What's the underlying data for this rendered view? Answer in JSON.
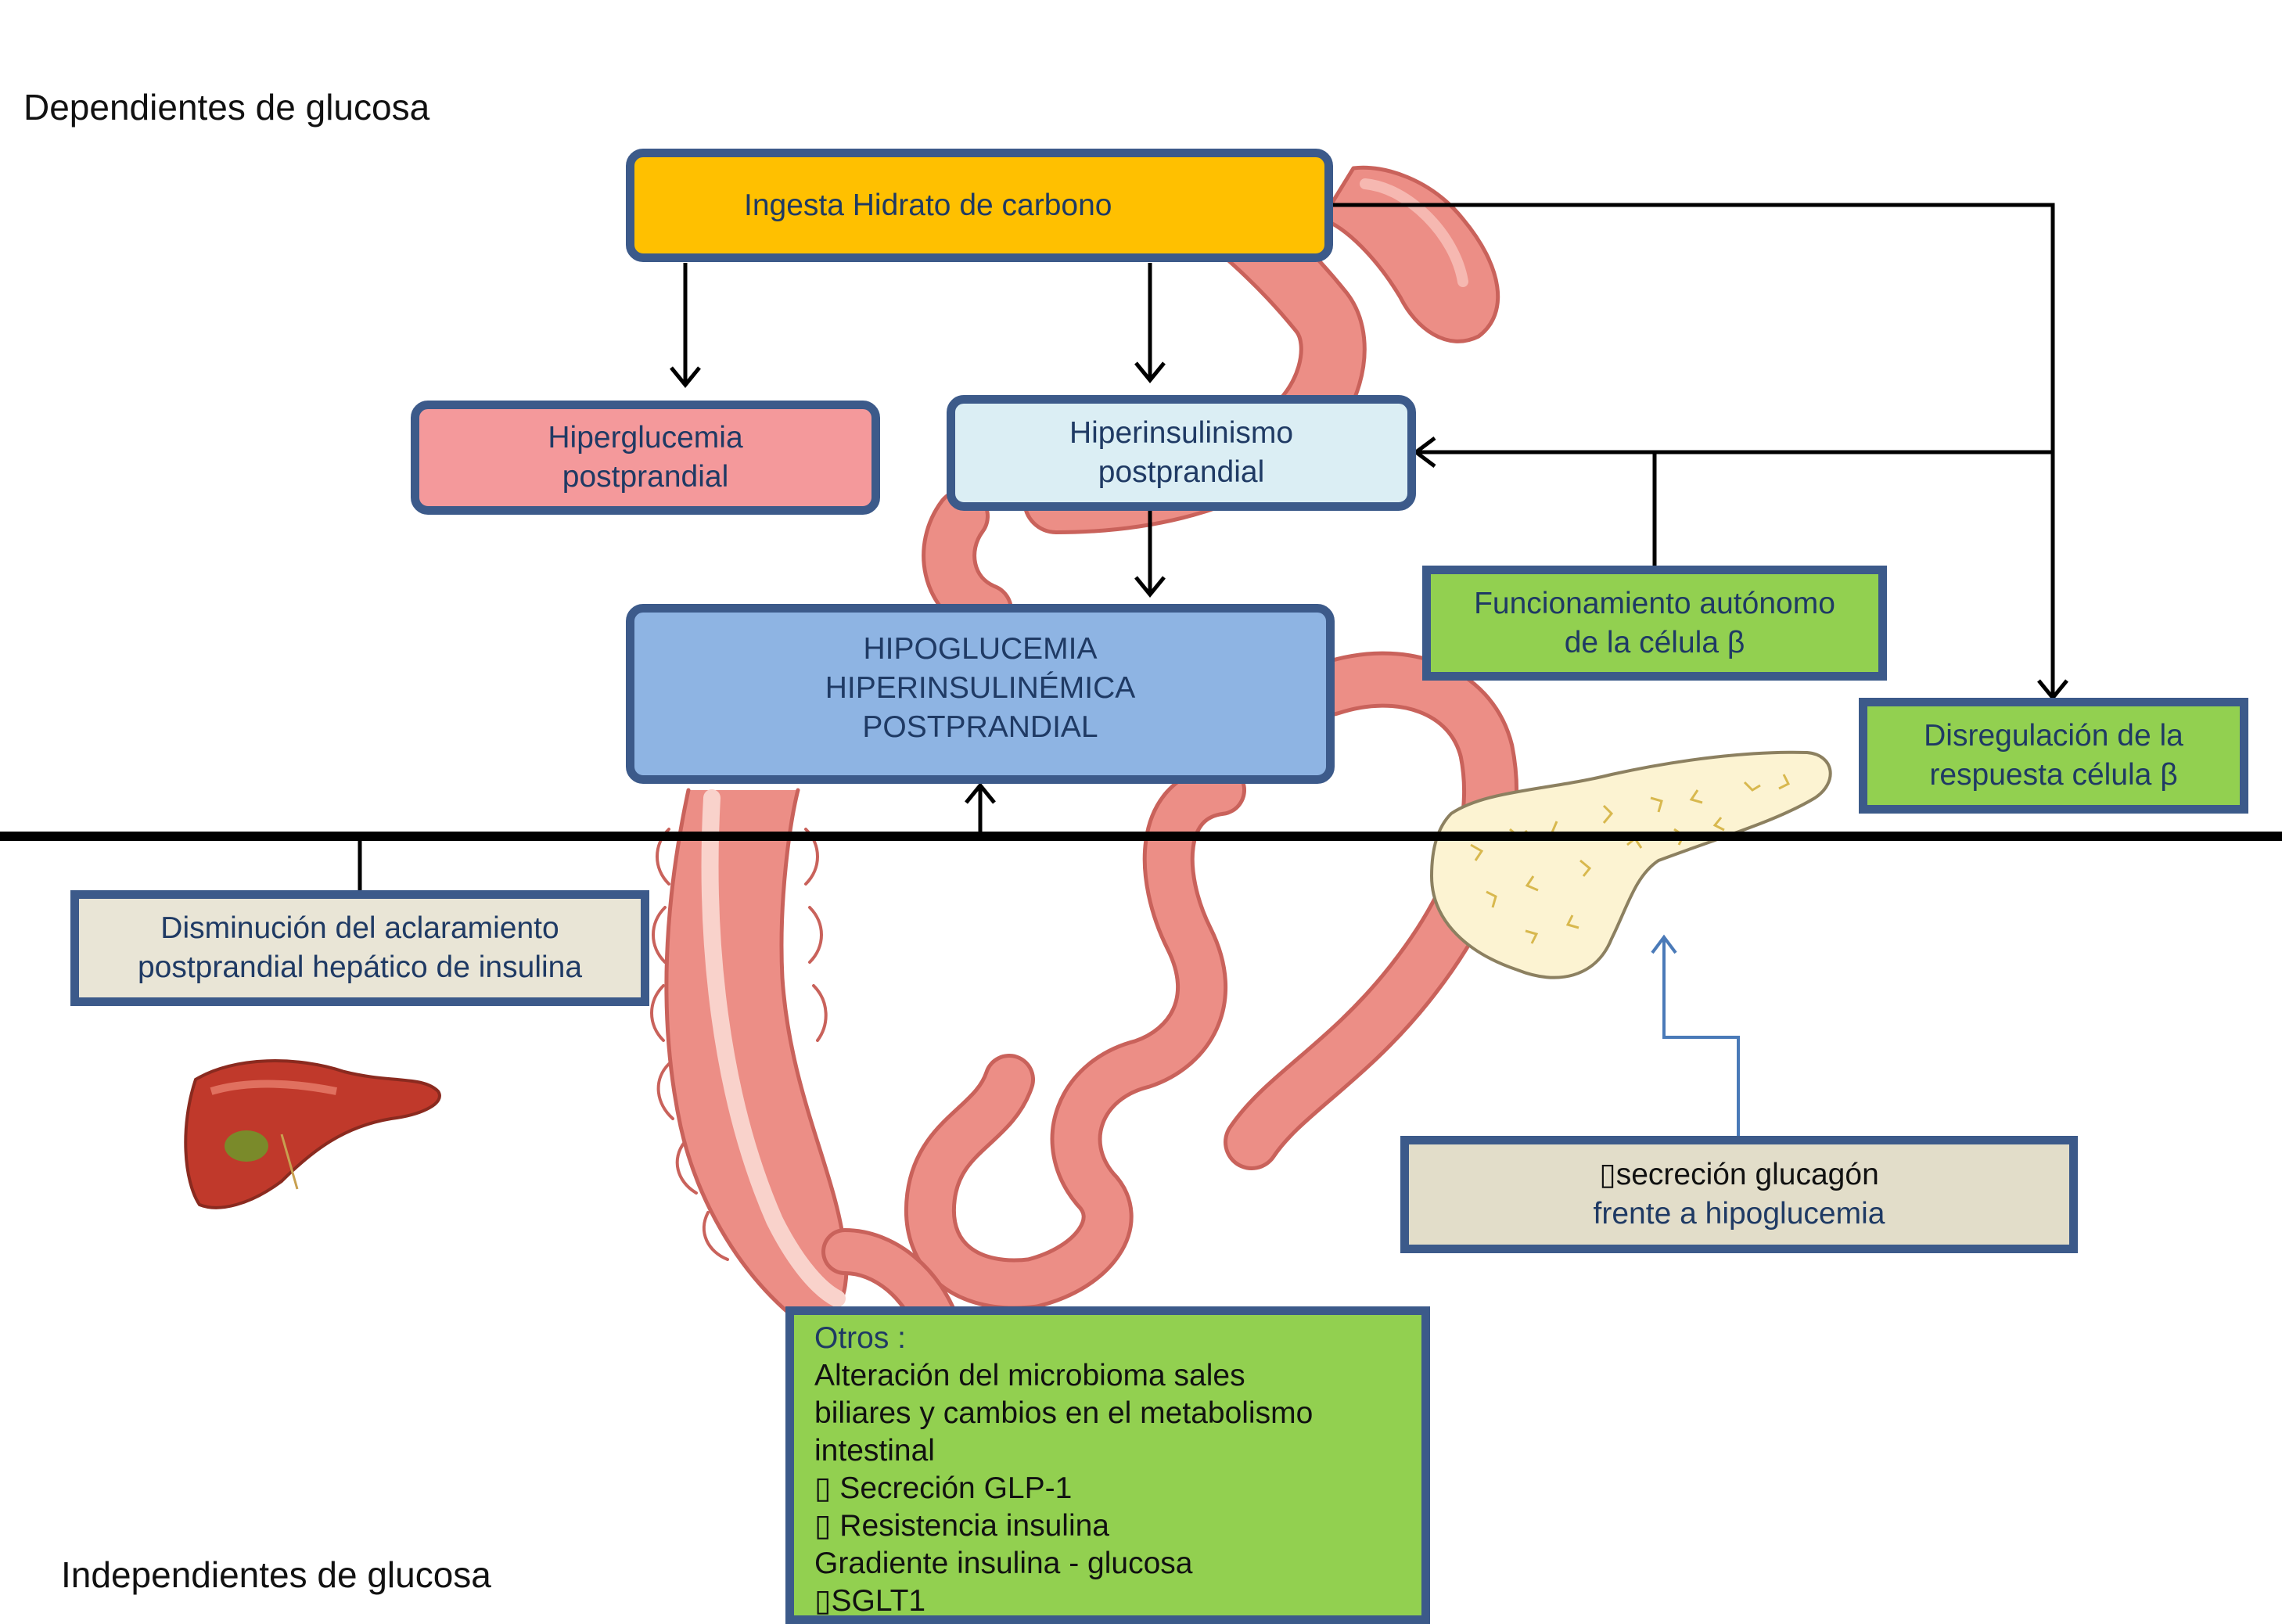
{
  "labels": {
    "top": "Dependientes de glucosa",
    "bottom": "Independientes de glucosa"
  },
  "boxes": {
    "ingesta": "Ingesta Hidrato de carbono",
    "hiperglucemia": [
      "Hiperglucemia",
      "postprandial"
    ],
    "hiperinsulinismo": [
      "Hiperinsulinismo",
      "postprandial"
    ],
    "hipoglucemia": [
      "HIPOGLUCEMIA",
      "HIPERINSULINÉMICA",
      "POSTPRANDIAL"
    ],
    "funcionamiento": [
      "Funcionamiento autónomo",
      "de la célula β"
    ],
    "disregulacion": [
      "Disregulación de la",
      "respuesta célula β"
    ],
    "aclaramiento": [
      "Disminución  del aclaramiento",
      "postprandial  hepático de insulina"
    ],
    "glucagon": [
      "secreción glucagón",
      "frente a hipoglucemia"
    ],
    "otros": [
      "Otros :",
      "Alteración del microbioma sales",
      "biliares y cambios en el metabolismo",
      "intestinal",
      " Secreción GLP-1",
      " Resistencia insulina",
      "Gradiente insulina - glucosa",
      "SGLT1"
    ]
  },
  "colors": {
    "border": "#3c5a8a",
    "ingesta": "#ffc000",
    "hiperglucemia": "#f4999b",
    "hiperinsulinismo": "#dbeef4",
    "hipoglucemia": "#8eb4e3",
    "green": "#92d050",
    "beige": "#e2ddc9",
    "intestine": "#ec8e86",
    "pancreas": "#fcf3d2",
    "liver": "#c0392b"
  },
  "illustrations": [
    "stomach-intestine-illustration",
    "pancreas-illustration",
    "liver-illustration"
  ]
}
